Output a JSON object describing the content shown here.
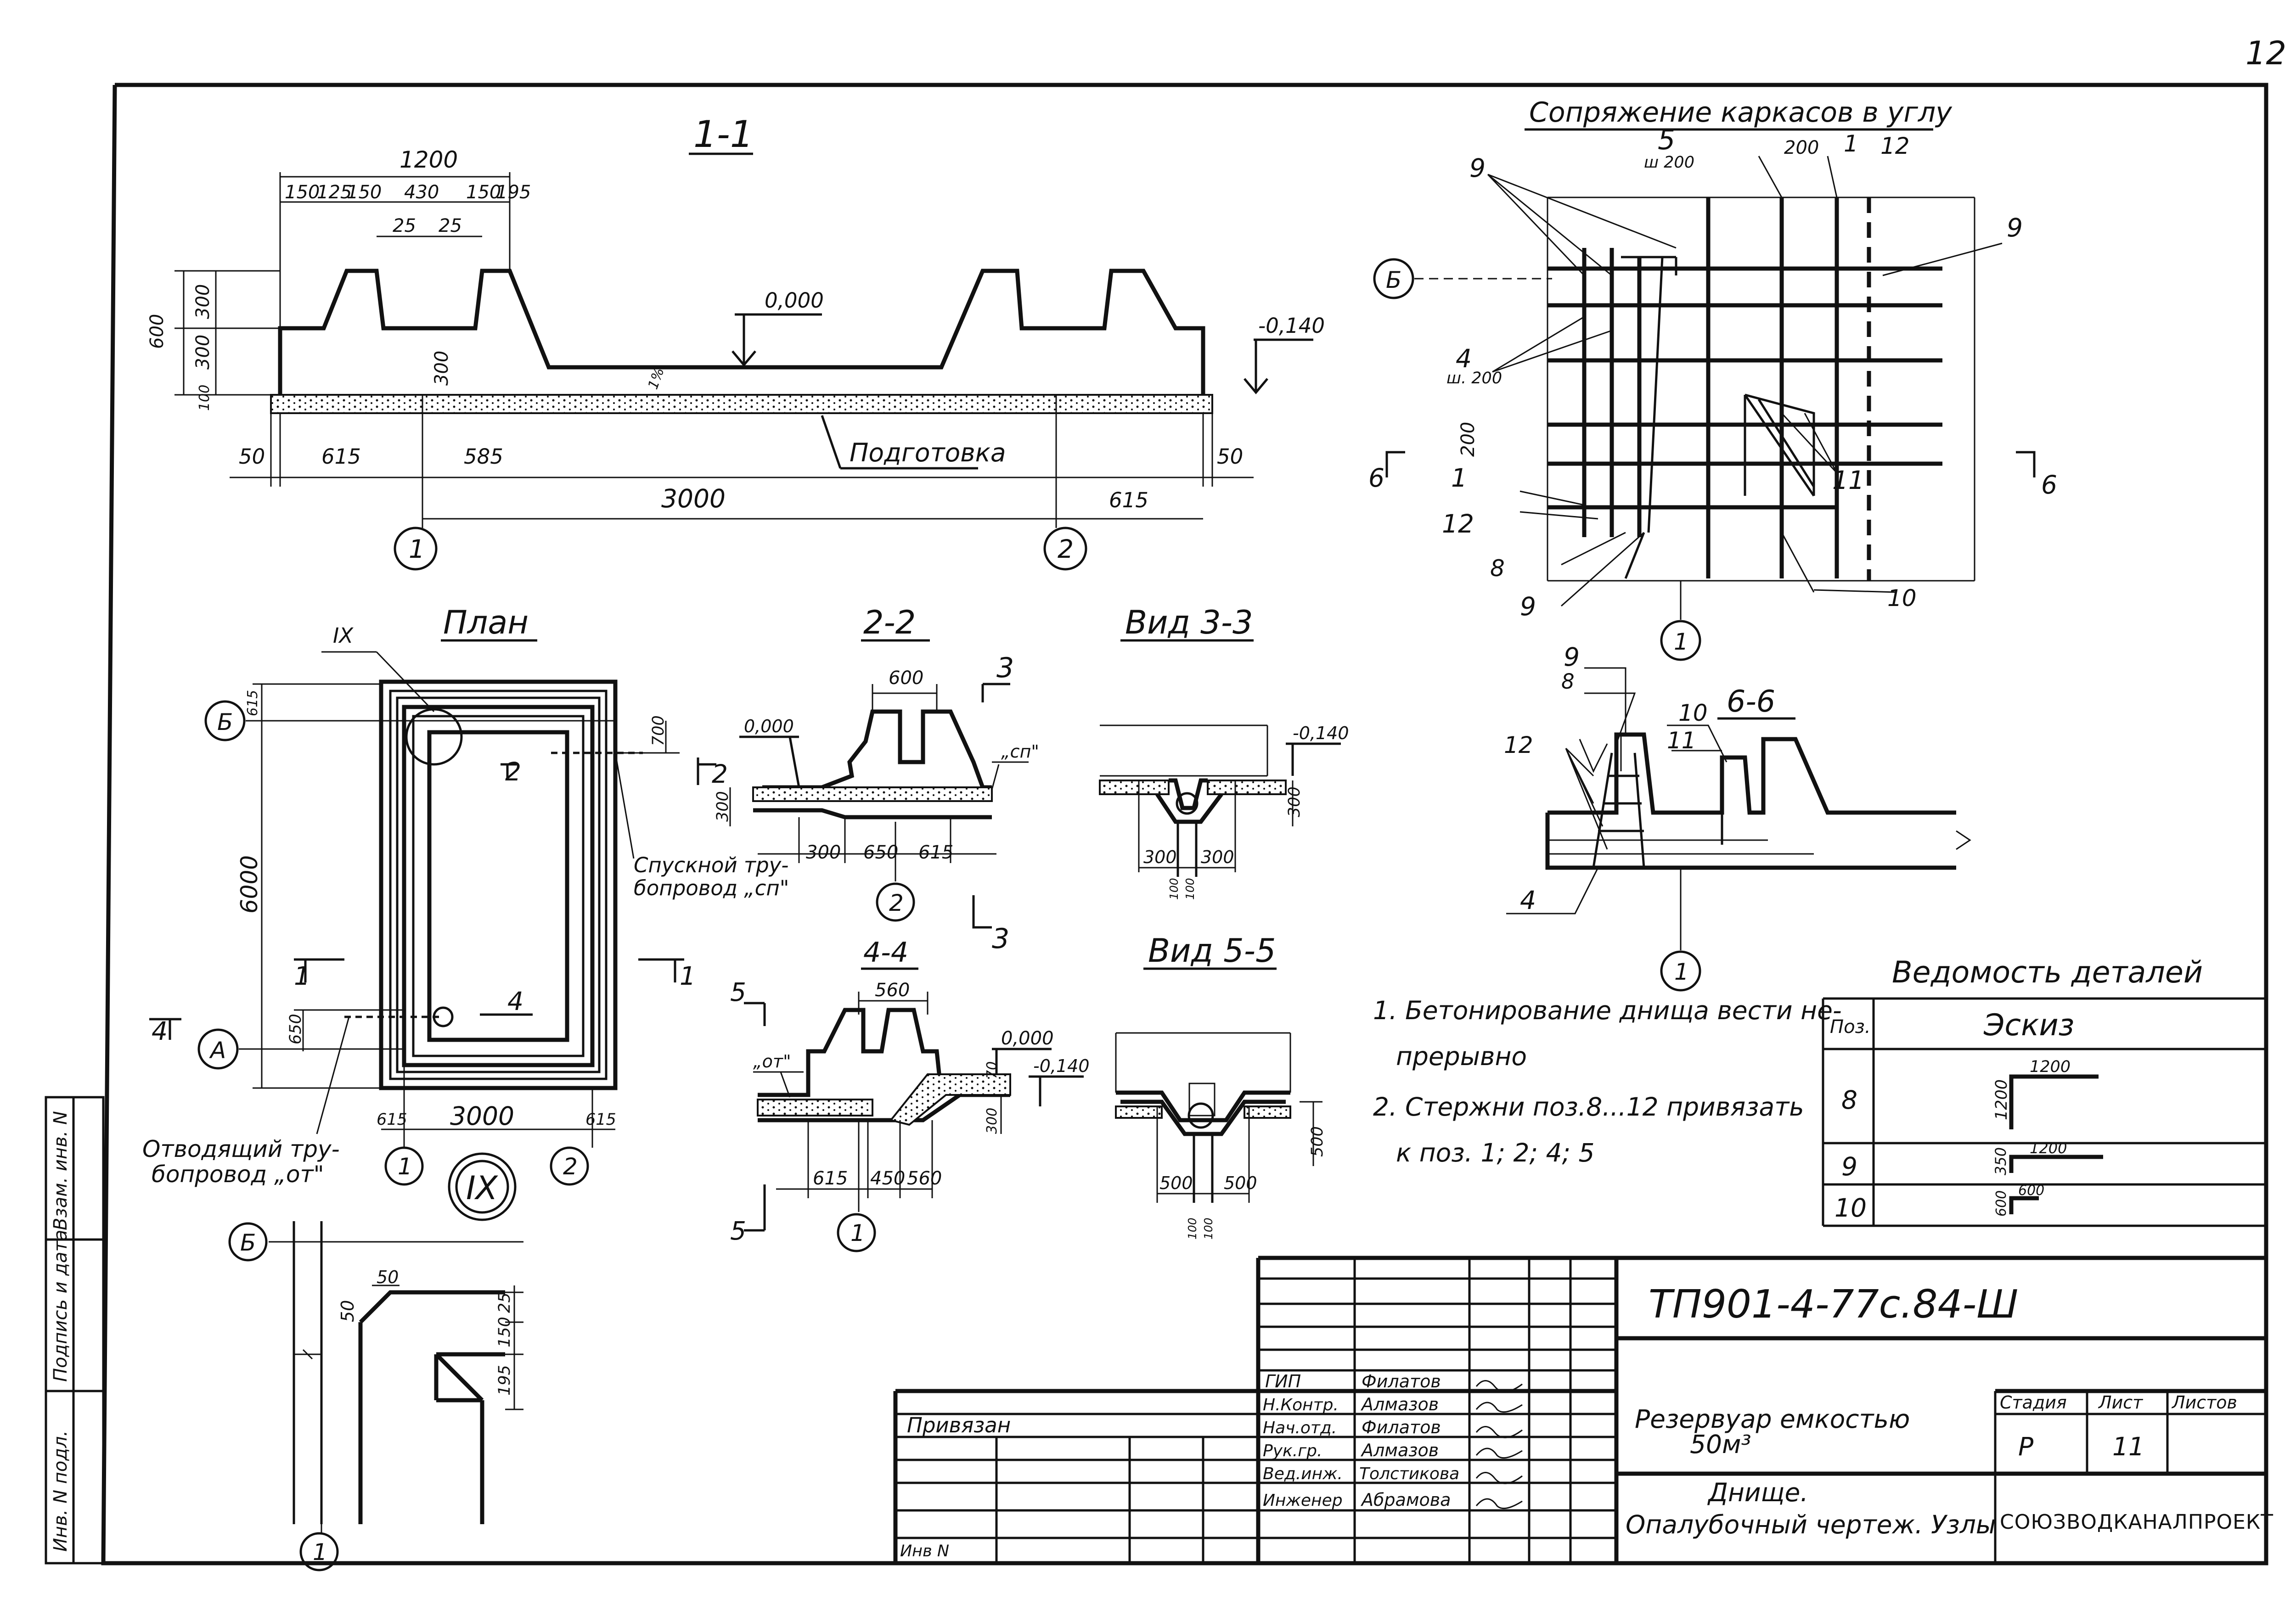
{
  "sheet_number": "12",
  "section_1_1": {
    "title": "1-1",
    "dim_top_total": "1200",
    "dims_top": [
      "150",
      "125",
      "150",
      "430",
      "150",
      "195"
    ],
    "dims_top_second": [
      "25",
      "25"
    ],
    "dims_left": [
      "600",
      "300",
      "300",
      "100"
    ],
    "dim_mid": "300",
    "dim_slope": "1%",
    "level_zero": "0,000",
    "level_minus": "-0,140",
    "label_prep": "Подготовка",
    "dims_bottom": [
      "50",
      "615",
      "585",
      "50"
    ],
    "dim_span": "3000",
    "dim_right": "615",
    "axes": [
      "1",
      "2"
    ]
  },
  "corner_join": {
    "title": "Сопряжение каркасов в углу",
    "labels": [
      "5",
      "ш 200",
      "200",
      "1",
      "12",
      "9",
      "9",
      "Б",
      "4",
      "ш. 200",
      "200",
      "6",
      "6",
      "1",
      "12",
      "8",
      "9",
      "11",
      "10",
      "1"
    ]
  },
  "plan": {
    "title": "План",
    "node_mark": "IX",
    "axis_b": "Б",
    "axis_a": "А",
    "axis_1": "1",
    "axis_2": "2",
    "dim_615_top": "615",
    "dim_700": "700",
    "dim_6000": "6000",
    "dim_650": "650",
    "dim_615_bot": "615",
    "dim_3000": "3000",
    "dim_615_right": "615",
    "cut_2": "2",
    "cut_4": "4",
    "cut_1_left": "1",
    "cut_1_right": "1",
    "cut_4_left": "4",
    "pipe_drain": "Спускной тру-\nбопровод „сп\"",
    "pipe_outlet": "Отводящий тру-\nбопровод „от\""
  },
  "section_2_2": {
    "title": "2-2",
    "dim_600": "600",
    "level": "0,000",
    "label_sp": "„сп\"",
    "dim_300v": "300",
    "dims_bottom": [
      "300",
      "650",
      "615"
    ],
    "axis": "2",
    "cut_3": "3",
    "cut_2": "2"
  },
  "view_3_3": {
    "title": "Вид 3-3",
    "level": "-0,140",
    "dim_v": "300",
    "dims_bottom": [
      "300",
      "300"
    ],
    "dims_small": [
      "100",
      "100"
    ]
  },
  "section_4_4": {
    "title": "4-4",
    "dim_560": "560",
    "level_zero": "0,000",
    "level_minus": "-0,140",
    "label_ot": "„от\"",
    "dim_70": "70",
    "dim_300v": "300",
    "dims_bottom": [
      "615",
      "450",
      "560"
    ],
    "axis": "1",
    "cut_5": "5"
  },
  "view_5_5": {
    "title": "Вид 5-5",
    "dim_v": "500",
    "dims_bottom": [
      "500",
      "500"
    ],
    "dims_small": [
      "100",
      "100"
    ]
  },
  "section_6_6": {
    "title": "6-6",
    "labels": [
      "9",
      "8",
      "12",
      "10",
      "11",
      "4",
      "1"
    ]
  },
  "node_ix": {
    "axis_b": "Б",
    "axis_1": "1",
    "dims": [
      "50",
      "50",
      "25",
      "150",
      "195"
    ]
  },
  "notes": [
    "1. Бетонирование днища вести не-",
    "прерывно",
    "2. Стержни поз.8...12 привязать",
    "к поз. 1; 2; 4; 5"
  ],
  "details_table": {
    "title": "Ведомость деталей",
    "header_pos": "Поз.",
    "header_sketch": "Эскиз",
    "rows": [
      {
        "pos": "8",
        "dim_a": "1200",
        "dim_b": "1200"
      },
      {
        "pos": "9",
        "dim_a": "1200",
        "dim_b": "350"
      },
      {
        "pos": "10",
        "dim_a": "600",
        "dim_b": "600"
      }
    ]
  },
  "title_block": {
    "doc_code": "ТП901-4-77с.84-Ш",
    "privyazan": "Привязан",
    "inv_n": "Инв N",
    "roles": [
      "ГИП",
      "Н.Контр.",
      "Нач.отд.",
      "Рук.гр.",
      "Вед.инж.",
      "Инженер"
    ],
    "names": [
      "Филатов",
      "Алмазов",
      "Филатов",
      "Алмазов",
      "Толстикова",
      "Абрамова"
    ],
    "object_line1": "Резервуар емкостью",
    "object_line2": "50м³",
    "sheet_title_line1": "Днище.",
    "sheet_title_line2": "Опалубочный чертеж. Узлы",
    "stage_hdr": "Стадия",
    "sheet_hdr": "Лист",
    "sheets_hdr": "Листов",
    "stage": "Р",
    "sheet": "11",
    "org": "СОЮЗВОДКАНАЛПРОЕКТ"
  },
  "side_stamp": [
    "Взам. инв. N",
    "Подпись и дата",
    "Инв. N подл."
  ]
}
